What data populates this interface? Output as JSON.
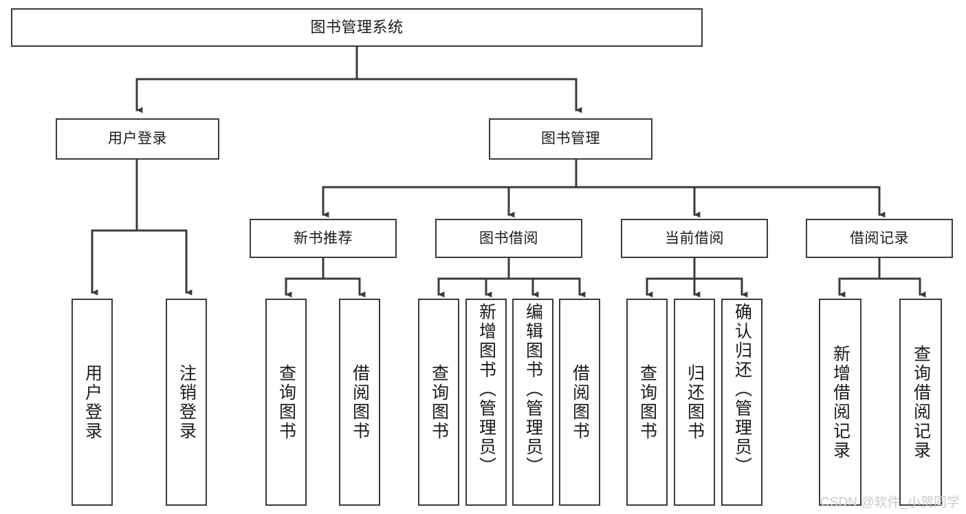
{
  "diagram": {
    "type": "tree-hierarchy-chart",
    "title_node": {
      "label": "图书管理系统"
    },
    "level2": [
      {
        "id": "user-login",
        "label": "用户登录"
      },
      {
        "id": "book-manage",
        "label": "图书管理"
      }
    ],
    "level3": [
      {
        "id": "new-book-recommend",
        "label": "新书推荐"
      },
      {
        "id": "book-borrow",
        "label": "图书借阅"
      },
      {
        "id": "current-borrow",
        "label": "当前借阅"
      },
      {
        "id": "borrow-record",
        "label": "借阅记录"
      }
    ],
    "leaves": {
      "user_login": [
        {
          "id": "leaf-user-login",
          "label": "用户登录"
        },
        {
          "id": "leaf-logout-login",
          "label": "注销登录"
        }
      ],
      "new_book_recommend": [
        {
          "id": "leaf-query-book-1",
          "label": "查询图书"
        },
        {
          "id": "leaf-borrow-book-1",
          "label": "借阅图书"
        }
      ],
      "book_borrow": [
        {
          "id": "leaf-query-book-2",
          "label": "查询图书"
        },
        {
          "id": "leaf-add-book",
          "label": "新增图书（管理员）"
        },
        {
          "id": "leaf-edit-book",
          "label": "编辑图书（管理员）"
        },
        {
          "id": "leaf-borrow-book-2",
          "label": "借阅图书"
        }
      ],
      "current_borrow": [
        {
          "id": "leaf-query-book-3",
          "label": "查询图书"
        },
        {
          "id": "leaf-return-book",
          "label": "归还图书"
        },
        {
          "id": "leaf-confirm-return",
          "label": "确认归还（管理员）"
        }
      ],
      "borrow_record": [
        {
          "id": "leaf-add-record",
          "label": "新增借阅记录"
        },
        {
          "id": "leaf-query-record",
          "label": "查询借阅记录"
        }
      ]
    },
    "watermark": "CSDN @软件_小贺同学",
    "colors": {
      "box_border": "#3a3a3a",
      "box_fill": "#ffffff",
      "edge": "#3a3a3a",
      "text": "#1a1a1a",
      "watermark": "#c9c9c9",
      "background": "#ffffff"
    }
  }
}
